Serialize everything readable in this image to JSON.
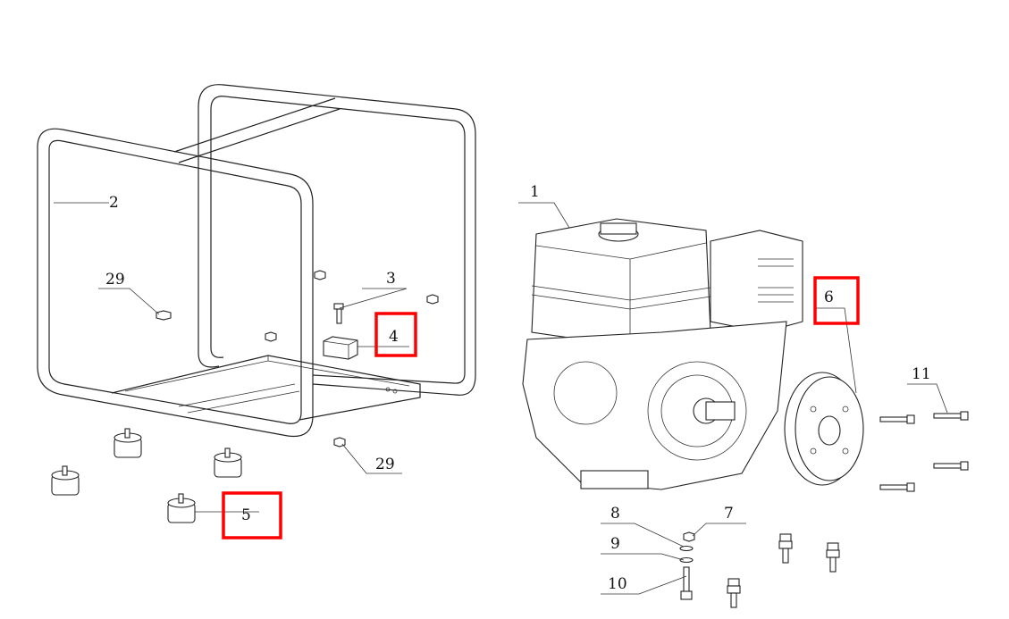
{
  "diagram": {
    "highlight_color": "#ff0000",
    "labels": [
      {
        "id": "frame",
        "text": "2"
      },
      {
        "id": "nut-left",
        "text": "29"
      },
      {
        "id": "bolt",
        "text": "3"
      },
      {
        "id": "bracket",
        "text": "4"
      },
      {
        "id": "rubber-foot",
        "text": "5"
      },
      {
        "id": "nut-bottom",
        "text": "29"
      },
      {
        "id": "engine",
        "text": "1"
      },
      {
        "id": "flange",
        "text": "6"
      },
      {
        "id": "flange-bolt",
        "text": "11"
      },
      {
        "id": "nut-small",
        "text": "7"
      },
      {
        "id": "washer-8",
        "text": "8"
      },
      {
        "id": "washer-9",
        "text": "9"
      },
      {
        "id": "mount-bolt",
        "text": "10"
      }
    ],
    "highlighted": [
      "4",
      "5",
      "6"
    ]
  }
}
